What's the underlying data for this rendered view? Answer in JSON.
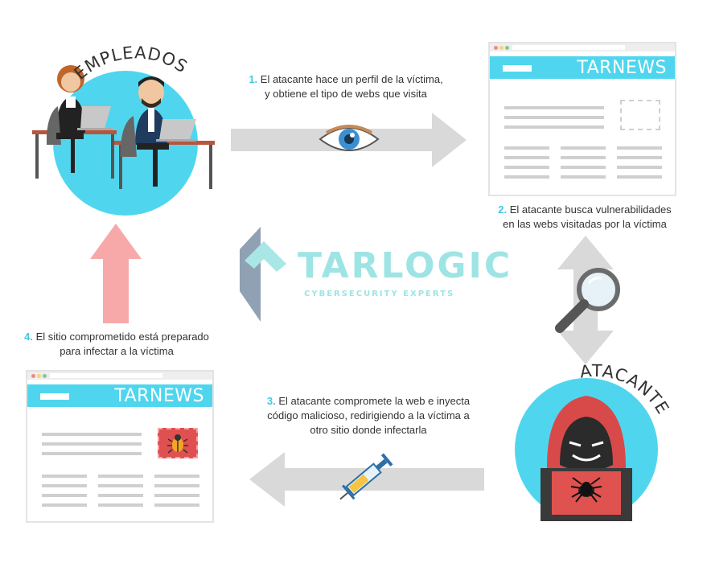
{
  "labels": {
    "employees": "EMPLEADOS",
    "attacker": "ATACANTE"
  },
  "steps": [
    {
      "num": "1.",
      "line1": "El atacante hace un perfil de la víctima,",
      "line2": "y obtiene el tipo de webs que visita",
      "line3": ""
    },
    {
      "num": "2.",
      "line1": "El atacante busca vulnerabilidades",
      "line2": "en las webs visitadas por la víctima",
      "line3": ""
    },
    {
      "num": "3.",
      "line1": "El atacante compromete la web e inyecta",
      "line2": "código malicioso, redirigiendo a la víctima a",
      "line3": "otro sitio donde infectarla"
    },
    {
      "num": "4.",
      "line1": "El sitio comprometido está preparado",
      "line2": "para infectar a la víctima",
      "line3": ""
    }
  ],
  "browsers": {
    "top_brand": "TARNEWS",
    "bottom_brand": "TARNEWS"
  },
  "logo": {
    "name": "TARLOGIC",
    "tagline": "CYBERSECURITY EXPERTS"
  },
  "colors": {
    "accent_cyan": "#4fd6ee",
    "step_number": "#3dc8e8",
    "arrow_grey": "#d9d9d9",
    "arrow_pink": "#f7a9a9",
    "logo_teal": "#9ee4e4",
    "hood_red": "#d84a4a"
  },
  "icons": [
    "eye-icon",
    "magnifier-icon",
    "syringe-icon",
    "bug-icon",
    "spider-icon"
  ]
}
